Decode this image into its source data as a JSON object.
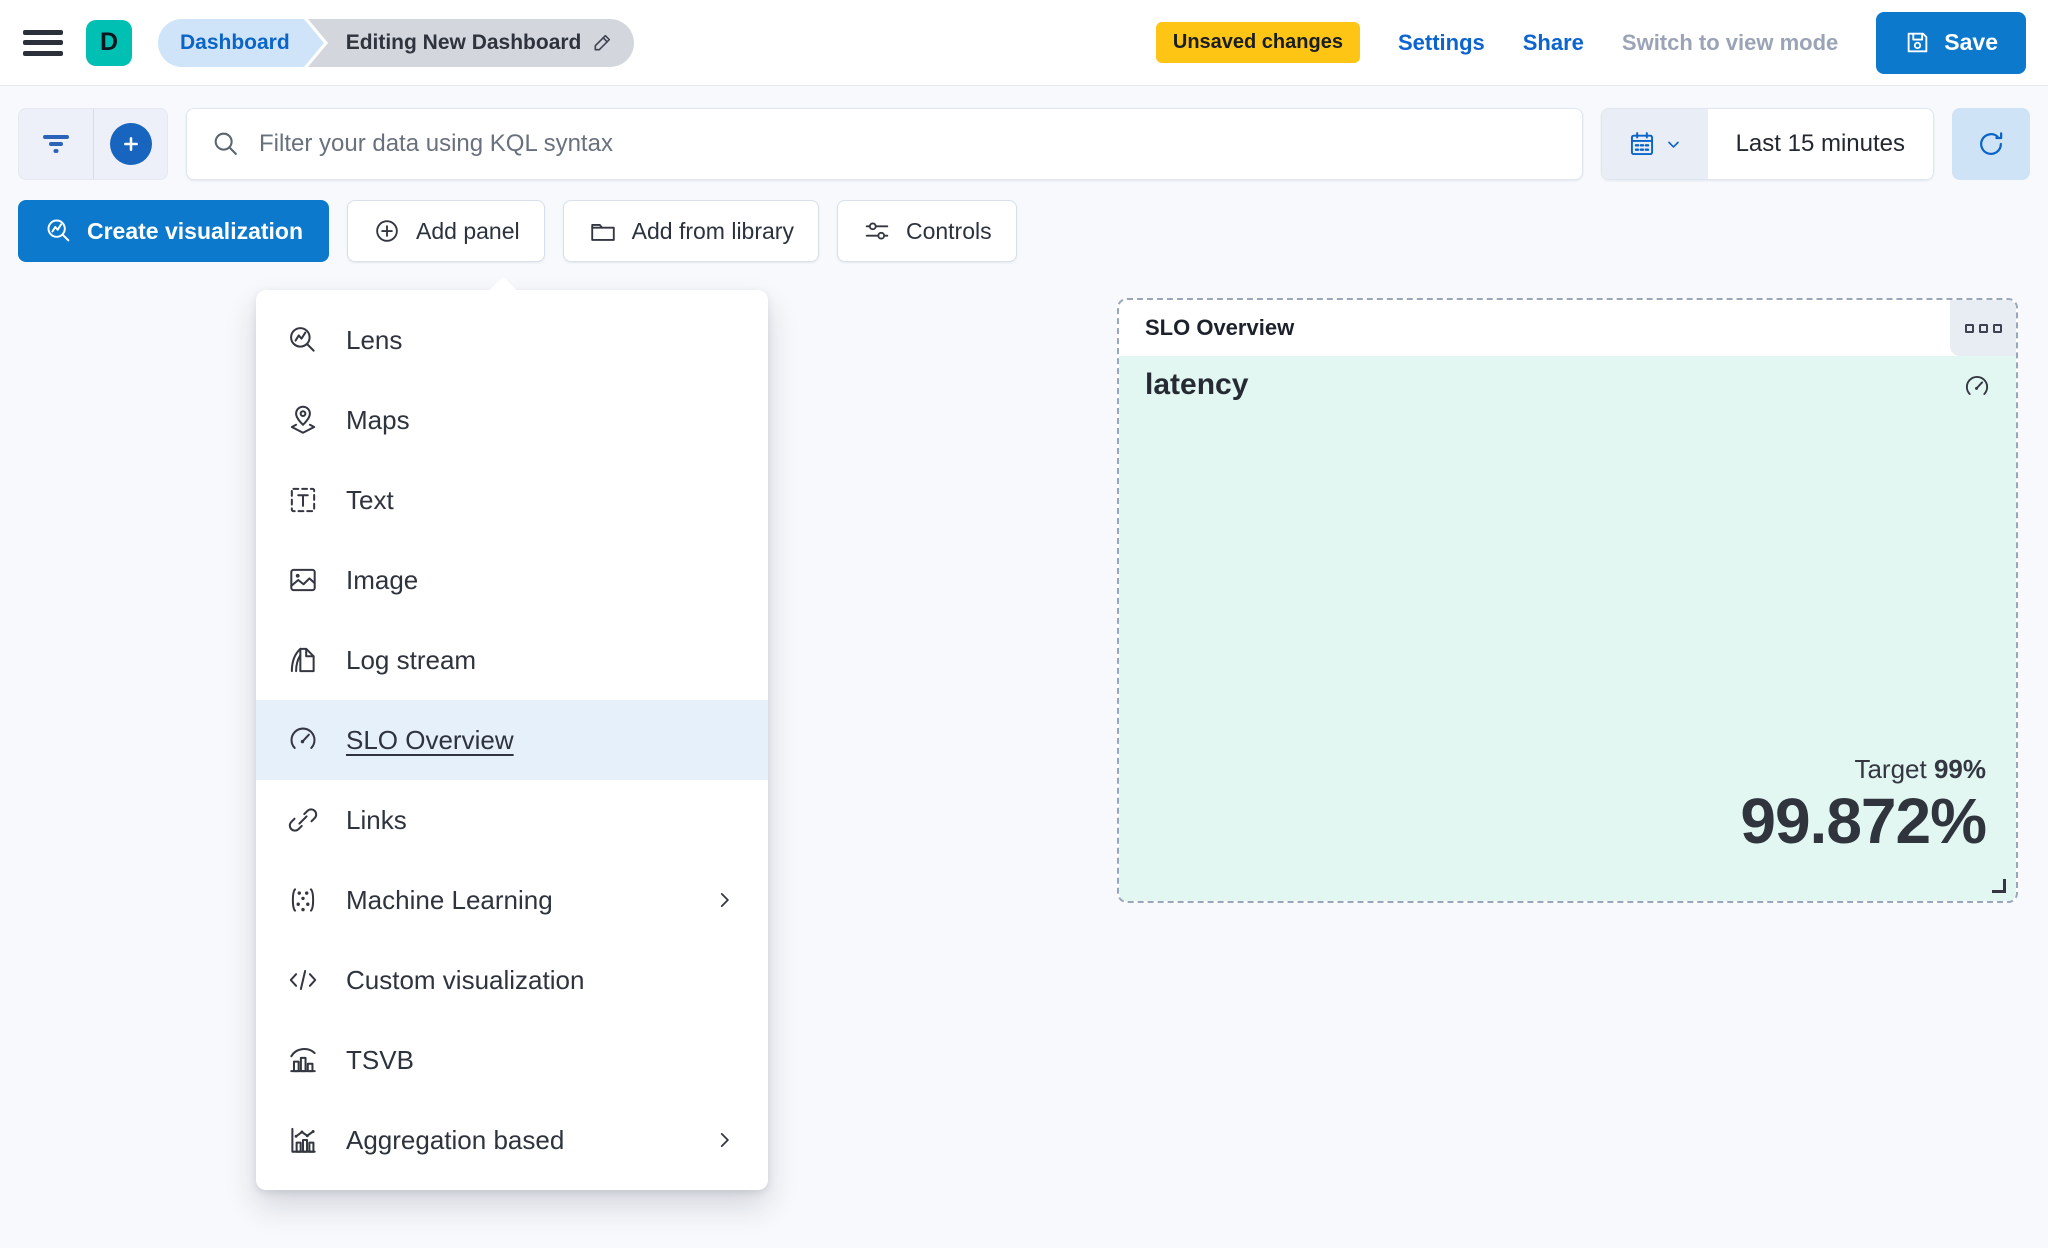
{
  "header": {
    "logo_letter": "D",
    "breadcrumbs": {
      "root": "Dashboard",
      "current": "Editing New Dashboard"
    },
    "unsaved_badge": "Unsaved changes",
    "settings_label": "Settings",
    "share_label": "Share",
    "view_mode_label": "Switch to view mode",
    "save_label": "Save"
  },
  "toolbar": {
    "kql_placeholder": "Filter your data using KQL syntax",
    "time_range": "Last 15 minutes"
  },
  "actions": {
    "create_visualization": "Create visualization",
    "add_panel": "Add panel",
    "add_from_library": "Add from library",
    "controls": "Controls"
  },
  "menu": {
    "items": [
      {
        "label": "Lens"
      },
      {
        "label": "Maps"
      },
      {
        "label": "Text"
      },
      {
        "label": "Image"
      },
      {
        "label": "Log stream"
      },
      {
        "label": "SLO Overview",
        "selected": true
      },
      {
        "label": "Links"
      },
      {
        "label": "Machine Learning",
        "has_submenu": true
      },
      {
        "label": "Custom visualization"
      },
      {
        "label": "TSVB"
      },
      {
        "label": "Aggregation based",
        "has_submenu": true
      }
    ]
  },
  "slo_panel": {
    "header_title": "SLO Overview",
    "metric_title": "latency",
    "target_label": "Target",
    "target_value": "99%",
    "value": "99.872%"
  },
  "colors": {
    "primary_blue": "#0c79cc",
    "link_blue": "#0b64cf",
    "logo_teal": "#00bfb3",
    "warning_yellow": "#fec514",
    "panel_mint": "#e2f6f2",
    "text_dark": "#343741"
  }
}
